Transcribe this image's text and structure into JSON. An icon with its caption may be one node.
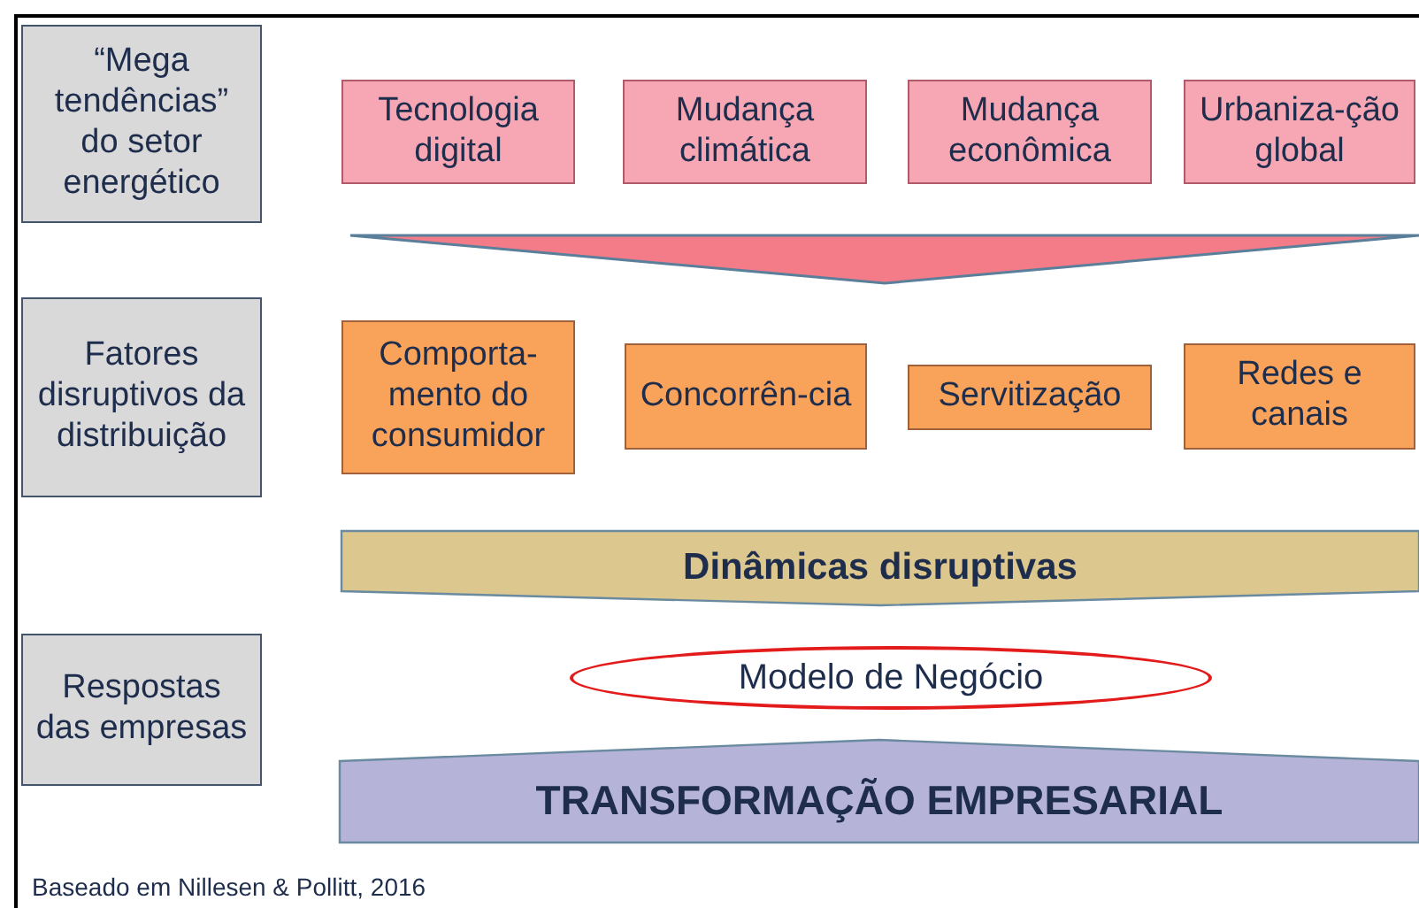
{
  "diagram": {
    "caption": "Baseado em Nillesen & Pollitt, 2016",
    "nodes": [
      {
        "text": [
          "“Mega tendências” do setor energético"
        ]
      },
      {
        "text": [
          "Tecnologia digital"
        ]
      },
      {
        "text": [
          "Mudança climática"
        ]
      },
      {
        "text": [
          "Mudança econômica"
        ]
      },
      {
        "text": [
          "Urbaniza-ção global"
        ]
      },
      {
        "text": [],
        "shape": "chevron"
      },
      {
        "text": [
          "Fatores disruptivos da distribuição"
        ]
      },
      {
        "text": [
          "Comporta-mento do consumidor"
        ]
      },
      {
        "text": [
          "Concorrên-cia"
        ]
      },
      {
        "text": [
          "Servitização"
        ]
      },
      {
        "text": [
          "Redes e canais"
        ]
      },
      {
        "text": [
          "Dinâmicas disruptivas"
        ]
      },
      {
        "text": [
          "Respostas das empresas"
        ]
      },
      {
        "text": [
          "Modelo de Negócio"
        ]
      },
      {
        "text": [
          "TRANSFORMAÇÃO EMPRESARIAL"
        ]
      }
    ],
    "edges": []
  }
}
